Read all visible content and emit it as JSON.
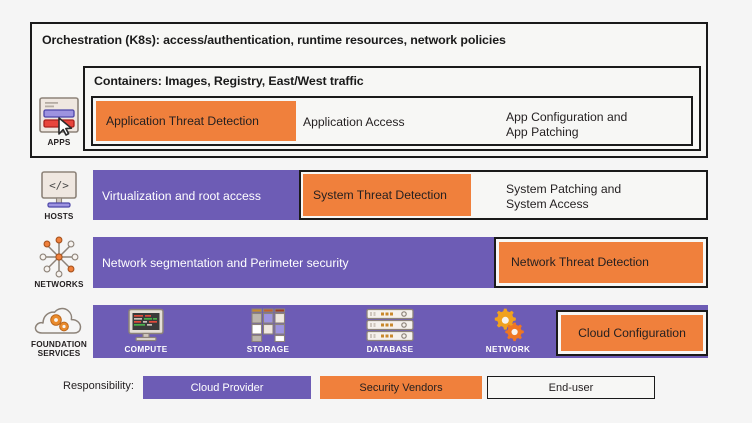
{
  "diagram": {
    "title_layers": {
      "orchestration": "Orchestration (K8s): access/authentication, runtime resources, network policies",
      "containers": "Containers: Images, Registry, East/West traffic"
    },
    "apps_row": {
      "icon_caption": "APPS",
      "icon_name": "app-window-cursor-icon",
      "threat_box": "Application Threat Detection",
      "access_text": "Application Access",
      "patching_line1": "App Configuration and",
      "patching_line2": "App Patching"
    },
    "hosts_row": {
      "icon_caption": "HOSTS",
      "icon_name": "monitor-code-icon",
      "purple_text": "Virtualization and root access",
      "threat_box": "System Threat Detection",
      "patching_line1": "System Patching and",
      "patching_line2": "System Access"
    },
    "networks_row": {
      "icon_caption": "NETWORKS",
      "icon_name": "network-hub-nodes-icon",
      "purple_text": "Network segmentation and Perimeter security",
      "threat_box": "Network Threat Detection"
    },
    "foundation_row": {
      "icon_caption_line1": "FOUNDATION",
      "icon_caption_line2": "SERVICES",
      "icon_name": "cloud-gears-icon",
      "services": [
        {
          "label": "COMPUTE",
          "icon_name": "desktop-monitor-icon"
        },
        {
          "label": "STORAGE",
          "icon_name": "storage-blocks-icon"
        },
        {
          "label": "DATABASE",
          "icon_name": "server-rack-icon"
        },
        {
          "label": "NETWORK",
          "icon_name": "gears-icon"
        }
      ],
      "config_box": "Cloud Configuration"
    },
    "legend": {
      "label": "Responsibility:",
      "items": [
        {
          "text": "Cloud Provider",
          "style": "purple"
        },
        {
          "text": "Security Vendors",
          "style": "orange"
        },
        {
          "text": "End-user",
          "style": "white"
        }
      ]
    },
    "colors": {
      "purple": "#6d5cb5",
      "orange": "#f0803c",
      "outline": "#1a1a1a",
      "background": "#f5f5f5",
      "panel": "#f7f7f5"
    }
  }
}
